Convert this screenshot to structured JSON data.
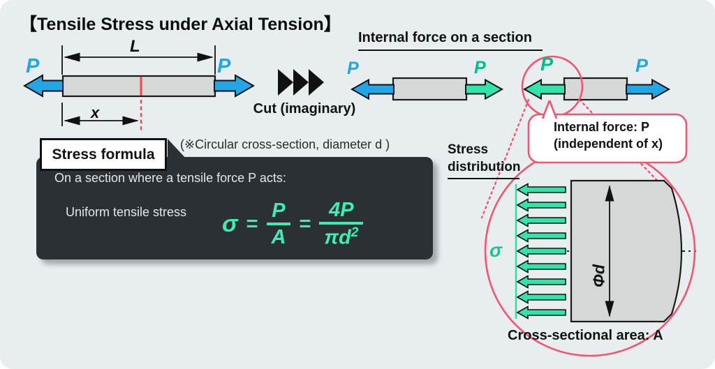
{
  "title": "【Tensile Stress under Axial Tension】",
  "left_figure": {
    "length_label": "L",
    "cut_distance_label": "x",
    "force_left": "P",
    "force_right": "P"
  },
  "cut": {
    "label": "Cut (imaginary)"
  },
  "internal": {
    "heading": "Internal force on a section",
    "piece1": {
      "force_left": "P",
      "force_right": "P"
    },
    "piece2": {
      "force_left": "P",
      "force_right": "P"
    },
    "callout_line1": "Internal force: P",
    "callout_line2": "(independent of x)"
  },
  "formula_box": {
    "tab": "Stress formula",
    "note": "(※Circular cross-section, diameter d )",
    "line1": "On a section where a tensile force P acts:",
    "line2": "Uniform tensile stress",
    "formula": {
      "sigma": "σ",
      "eq1": "=",
      "num1": "P",
      "den1": "A",
      "eq2": "=",
      "num2": "4P",
      "den2_base": "πd",
      "den2_sup": "2"
    }
  },
  "distribution": {
    "heading_line1": "Stress",
    "heading_line2": "distribution",
    "sigma": "σ",
    "diameter_label": "Φd",
    "area_label": "Cross-sectional area: A"
  },
  "colors": {
    "background": "#E8EEF0",
    "arrow_blue": "#23A7E4",
    "arrow_teal": "#31E4AC",
    "force_green_text": "#00BE88",
    "formula_mint": "#3DEEB2",
    "magnifier_red": "#F4556C",
    "cut_line_red": "#F5484F",
    "panel_dark": "#2A3034",
    "bar_gray": "#D6D8D8"
  }
}
